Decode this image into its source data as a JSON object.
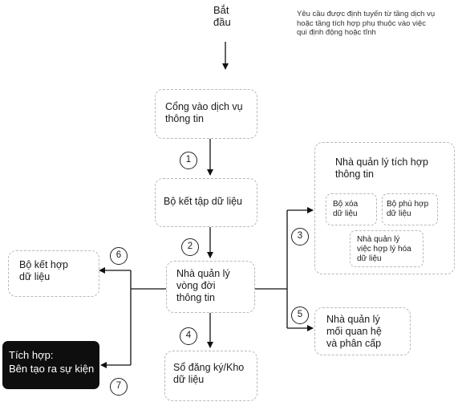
{
  "start_label": "Bắt\nđầu",
  "note": "Yêu cầu được định tuyến từ tầng dịch vụ\nhoặc tầng tích hợp phụ thuộc vào việc\nqui định động hoặc tĩnh",
  "nodes": {
    "service_gateway": "Cổng vào dịch vụ\nthông tin",
    "data_aggregator": "Bộ kết tập dữ liệu",
    "lifecycle_manager": "Nhà quản lý\nvòng đời\nthông tin",
    "registry": "Sổ đăng ký/Kho\ndữ liệu",
    "integration_manager": "Nhà quản lý tích hợp\nthông tin",
    "data_cleaner": "Bộ xóa\ndữ liệu",
    "data_matcher": "Bộ phù hợp\ndữ liệu",
    "reconciliation_manager": "Nhà quản lý\nviệc hợp lý hóa\ndữ liệu",
    "relationship_manager": "Nhà quản lý\nmối quan hệ\nvà phân cấp",
    "data_combiner": "Bộ kết hợp\ndữ liệu",
    "event_creator": "Tích hợp:\nBên tạo ra sự kiện"
  },
  "steps": [
    "1",
    "2",
    "3",
    "4",
    "5",
    "6",
    "7"
  ]
}
